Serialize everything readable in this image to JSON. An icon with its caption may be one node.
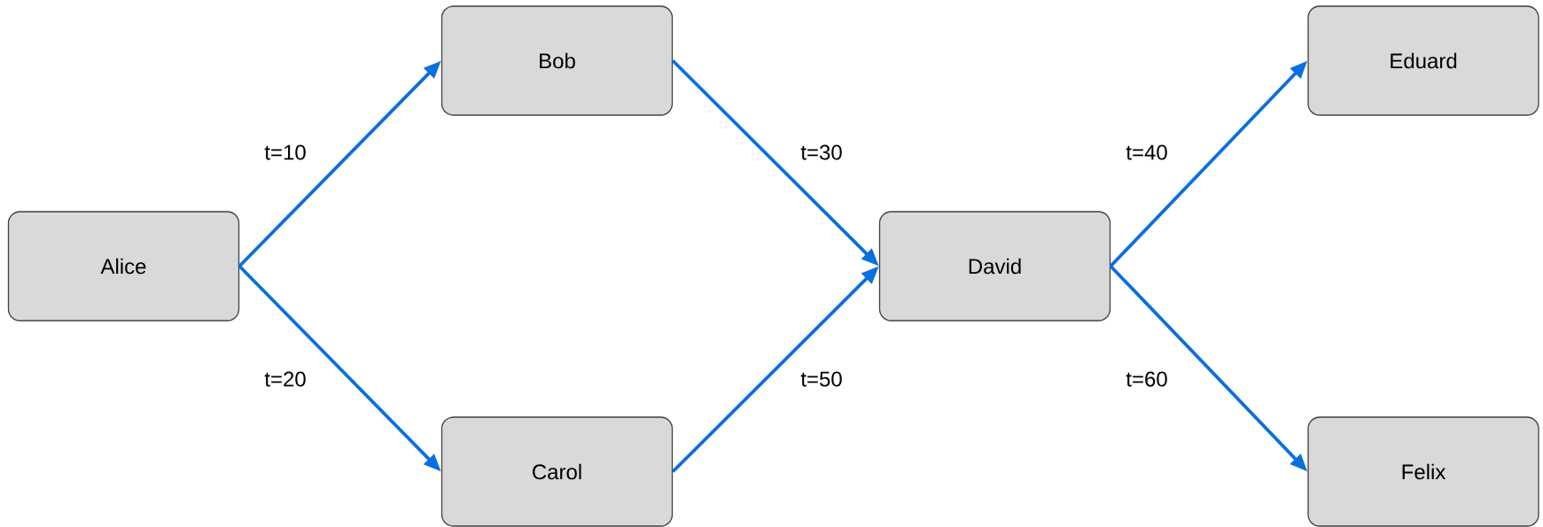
{
  "diagram": {
    "nodes": [
      {
        "text": [
          "Alice"
        ]
      },
      {
        "text": [
          "Bob"
        ]
      },
      {
        "text": [
          "Carol"
        ]
      },
      {
        "text": [
          "David"
        ]
      },
      {
        "text": [
          "Eduard"
        ]
      },
      {
        "text": [
          "Felix"
        ]
      }
    ],
    "edges": [
      {
        "from": 0,
        "to": 1,
        "arrow": "to",
        "label": "t=10"
      },
      {
        "from": 0,
        "to": 2,
        "arrow": "to",
        "label": "t=20"
      },
      {
        "from": 1,
        "to": 3,
        "arrow": "to",
        "label": "t=30"
      },
      {
        "from": 2,
        "to": 3,
        "arrow": "to",
        "label": "t=50"
      },
      {
        "from": 3,
        "to": 4,
        "arrow": "to",
        "label": "t=40"
      },
      {
        "from": 3,
        "to": 5,
        "arrow": "to",
        "label": "t=60"
      }
    ]
  }
}
